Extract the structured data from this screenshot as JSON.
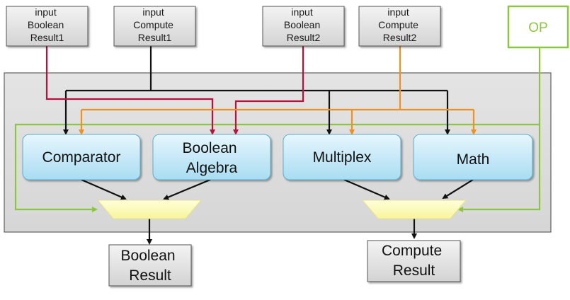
{
  "inputs": {
    "boolean_result1": [
      "input",
      "Boolean",
      "Result1"
    ],
    "compute_result1": [
      "input",
      "Compute",
      "Result1"
    ],
    "boolean_result2": [
      "input",
      "Boolean",
      "Result2"
    ],
    "compute_result2": [
      "input",
      "Compute",
      "Result2"
    ]
  },
  "op": {
    "label": "OP"
  },
  "units": {
    "comparator": [
      "Comparator"
    ],
    "boolean_algebra": [
      "Boolean",
      "Algebra"
    ],
    "multiplex": [
      "Multiplex"
    ],
    "math": [
      "Math"
    ]
  },
  "outputs": {
    "boolean_result": [
      "Boolean",
      "Result"
    ],
    "compute_result": [
      "Compute",
      "Result"
    ]
  },
  "colors": {
    "boolean_wire": "#b5123e",
    "compute_wire": "#f0901e",
    "op_wire": "#8cc63f",
    "black_wire": "#111111",
    "mux_fill": "#ffffc0",
    "unit_fill_top": "#e6f6fd",
    "unit_fill_bottom": "#a9dcf2"
  }
}
